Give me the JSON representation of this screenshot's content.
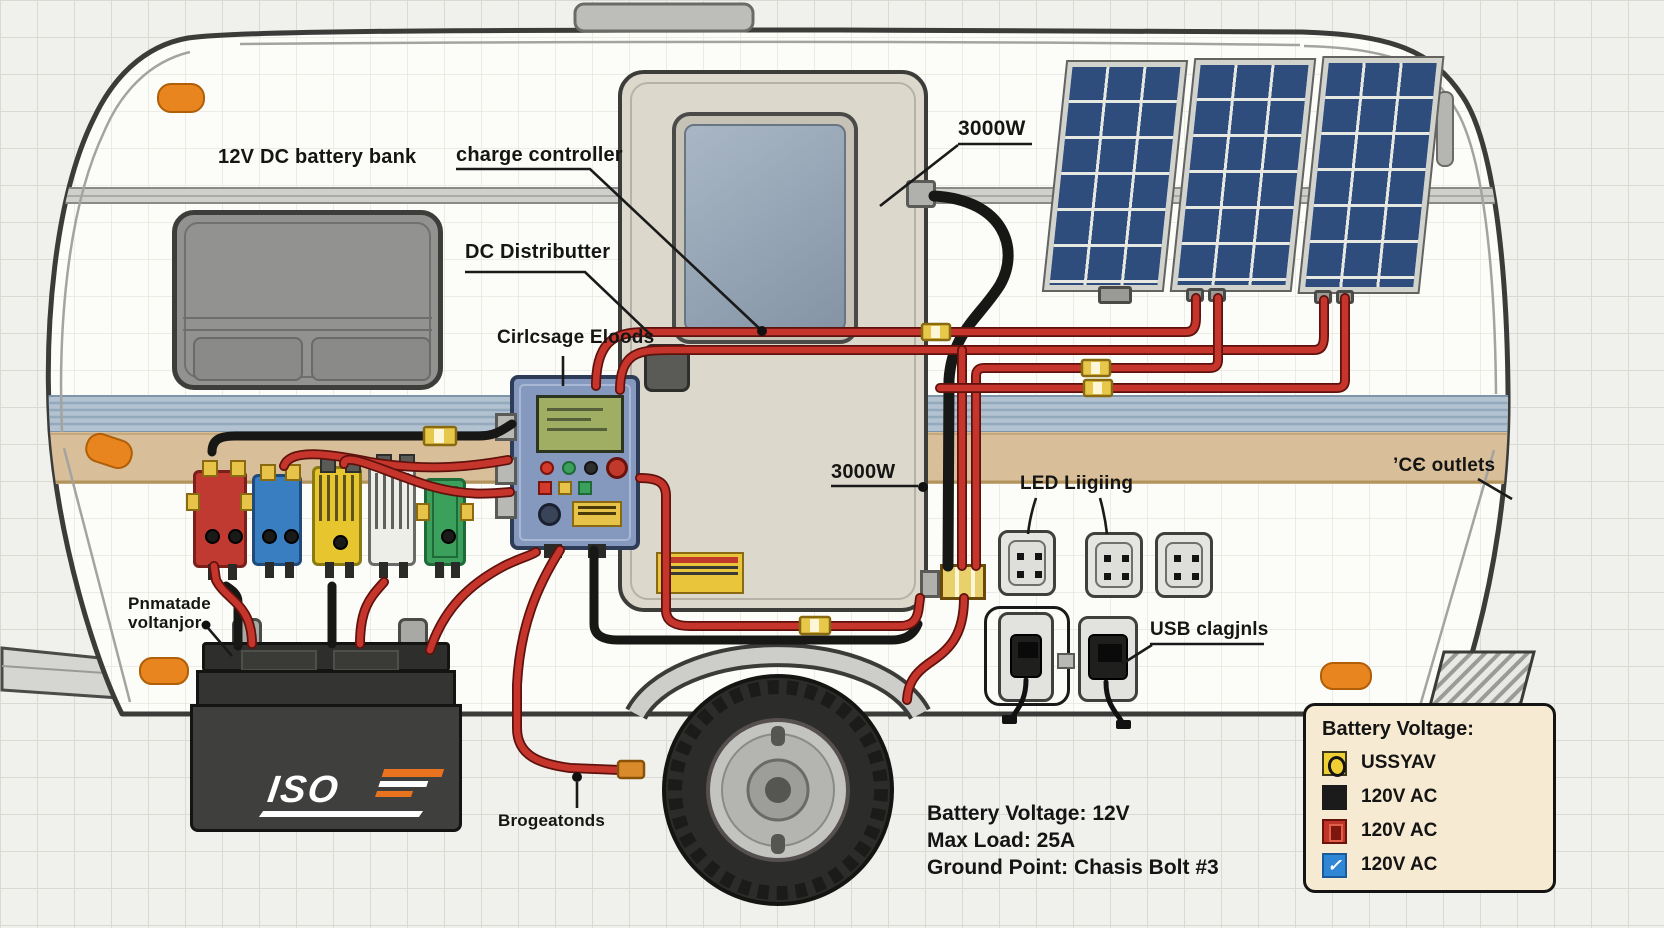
{
  "labels": {
    "battery_bank": "12V DC battery bank",
    "charge_controller": "charge controller",
    "dc_distributor": "DC Distributter",
    "circuit_breakers": "Cirlcsage Eloods",
    "watts_top": "3000W",
    "watts_mid": "3000W",
    "led_lighting": "LED Liigiing",
    "ac_outlets": "ʼCЄ outlets",
    "usb_chargers": "USB clagjnls",
    "portable_line1": "Pnmatade",
    "portable_line2": "voltanjor",
    "ground_wire": "Brogeatonds"
  },
  "info": {
    "line1": "Battery Voltage: 12V",
    "line2": "Max Load: 25A",
    "line3": "Ground Point: Chasis Bolt #3"
  },
  "legend": {
    "title": "Battery Voltage:",
    "items": [
      {
        "icon": "yellow-circle-swatch",
        "color": "#f0cf35",
        "label": "USSYAV"
      },
      {
        "icon": "black-square-swatch",
        "color": "#1b1b1b",
        "label": "120V AC"
      },
      {
        "icon": "red-breaker-swatch",
        "color": "#c03328",
        "label": "120V AC"
      },
      {
        "icon": "blue-check-swatch",
        "color": "#2e86d4",
        "label": "120V AC"
      }
    ]
  },
  "battery": {
    "brand": "ISO"
  },
  "colors": {
    "wire_red": "#c5352b",
    "wire_black": "#171715",
    "fuse_yellow": "#e8c84a",
    "band_blue": "#b2c2d1",
    "band_tan": "#d9bf99",
    "marker_orange": "#e8851e",
    "panel_blue": "#2e4c7c",
    "controller_blue": "#8499bd"
  }
}
